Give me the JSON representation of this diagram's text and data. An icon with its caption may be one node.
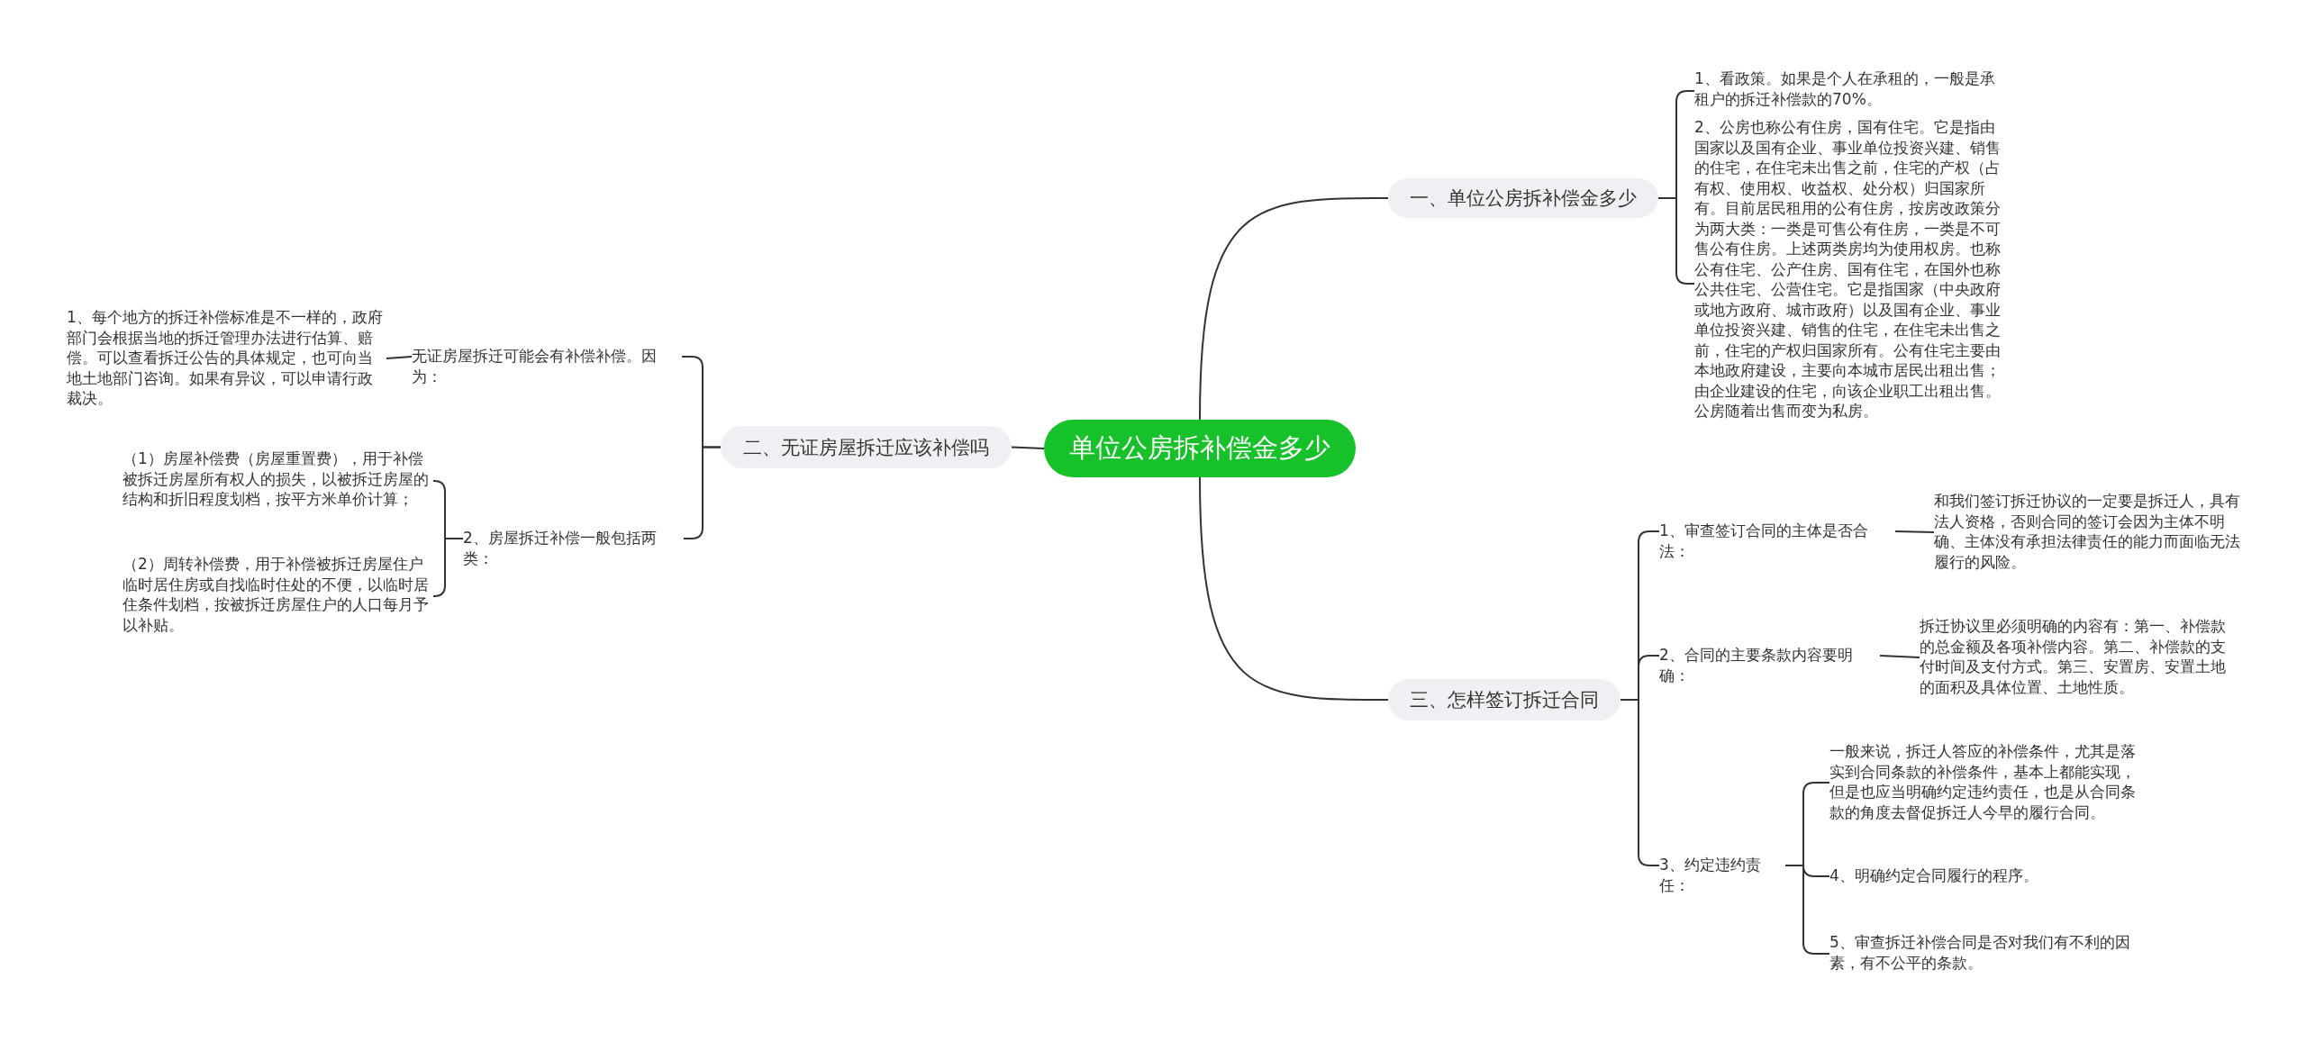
{
  "diagram": {
    "nodes": [
      {
        "text": [
          "单位公房拆补偿金多少"
        ]
      },
      {
        "text": [
          "一、单位公房拆补偿金多少"
        ]
      },
      {
        "text": [
          "1、看政策。如果是个人在承租的，一般是承租户的拆迁补偿款的70%。"
        ]
      },
      {
        "text": [
          "2、公房也称公有住房，国有住宅。它是指由国家以及国有企业、事业单位投资兴建、销售的住宅，在住宅未出售之前，住宅的产权（占有权、使用权、收益权、处分权）归国家所有。目前居民租用的公有住房，按房改政策分为两大类：一类是可售公有住房，一类是不可售公有住房。上述两类房均为使用权房。也称公有住宅、公产住房、国有住宅，在国外也称公共住宅、公营住宅。它是指国家（中央政府或地方政府、城市政府）以及国有企业、事业单位投资兴建、销售的住宅，在住宅未出售之前，住宅的产权归国家所有。公有住宅主要由本地政府建设，主要向本城市居民出租出售；由企业建设的住宅，向该企业职工出租出售。公房随着出售而变为私房。"
        ]
      },
      {
        "text": [
          "二、无证房屋拆迁应该补偿吗"
        ]
      },
      {
        "text": [
          "无证房屋拆迁可能会有补偿补偿。因为："
        ]
      },
      {
        "text": [
          "1、每个地方的拆迁补偿标准是不一样的，政府部门会根据当地的拆迁管理办法进行估算、赔偿。可以查看拆迁公告的具体规定，也可向当地土地部门咨询。如果有异议，可以申请行政裁决。"
        ]
      },
      {
        "text": [
          "2、房屋拆迁补偿一般包括两类："
        ]
      },
      {
        "text": [
          "（1）房屋补偿费（房屋重置费），用于补偿被拆迁房屋所有权人的损失，以被拆迁房屋的结构和折旧程度划档，按平方米单价计算；"
        ]
      },
      {
        "text": [
          "（2）周转补偿费，用于补偿被拆迁房屋住户临时居住房或自找临时住处的不便，以临时居住条件划档，按被拆迁房屋住户的人口每月予以补贴。"
        ]
      },
      {
        "text": [
          "三、怎样签订拆迁合同"
        ]
      },
      {
        "text": [
          "1、审查签订合同的主体是否合法："
        ]
      },
      {
        "text": [
          "和我们签订拆迁协议的一定要是拆迁人，具有法人资格，否则合同的签订会因为主体不明确、主体没有承担法律责任的能力而面临无法履行的风险。"
        ]
      },
      {
        "text": [
          "2、合同的主要条款内容要明确："
        ]
      },
      {
        "text": [
          "拆迁协议里必须明确的内容有：第一、补偿款的总金额及各项补偿内容。第二、补偿款的支付时间及支付方式。第三、安置房、安置土地的面积及具体位置、土地性质。"
        ]
      },
      {
        "text": [
          "3、约定违约责任："
        ]
      },
      {
        "text": [
          "一般来说，拆迁人答应的补偿条件，尤其是落实到合同条款的补偿条件，基本上都能实现，但是也应当明确约定违约责任，也是从合同条款的角度去督促拆迁人今早的履行合同。"
        ]
      },
      {
        "text": [
          "4、明确约定合同履行的程序。"
        ]
      },
      {
        "text": [
          "5、审查拆迁补偿合同是否对我们有不利的因素，有不公平的条款。"
        ]
      }
    ],
    "edges": [
      {
        "from": 0,
        "to": 1,
        "arrow": "none"
      },
      {
        "from": 0,
        "to": 4,
        "arrow": "none"
      },
      {
        "from": 0,
        "to": 10,
        "arrow": "none"
      },
      {
        "from": 1,
        "to": 2,
        "arrow": "none"
      },
      {
        "from": 1,
        "to": 3,
        "arrow": "none"
      },
      {
        "from": 4,
        "to": 5,
        "arrow": "none"
      },
      {
        "from": 4,
        "to": 7,
        "arrow": "none"
      },
      {
        "from": 5,
        "to": 6,
        "arrow": "none"
      },
      {
        "from": 7,
        "to": 8,
        "arrow": "none"
      },
      {
        "from": 7,
        "to": 9,
        "arrow": "none"
      },
      {
        "from": 10,
        "to": 11,
        "arrow": "none"
      },
      {
        "from": 10,
        "to": 13,
        "arrow": "none"
      },
      {
        "from": 10,
        "to": 15,
        "arrow": "none"
      },
      {
        "from": 11,
        "to": 12,
        "arrow": "none"
      },
      {
        "from": 13,
        "to": 14,
        "arrow": "none"
      },
      {
        "from": 15,
        "to": 16,
        "arrow": "none"
      },
      {
        "from": 15,
        "to": 17,
        "arrow": "none"
      },
      {
        "from": 15,
        "to": 18,
        "arrow": "none"
      }
    ]
  }
}
